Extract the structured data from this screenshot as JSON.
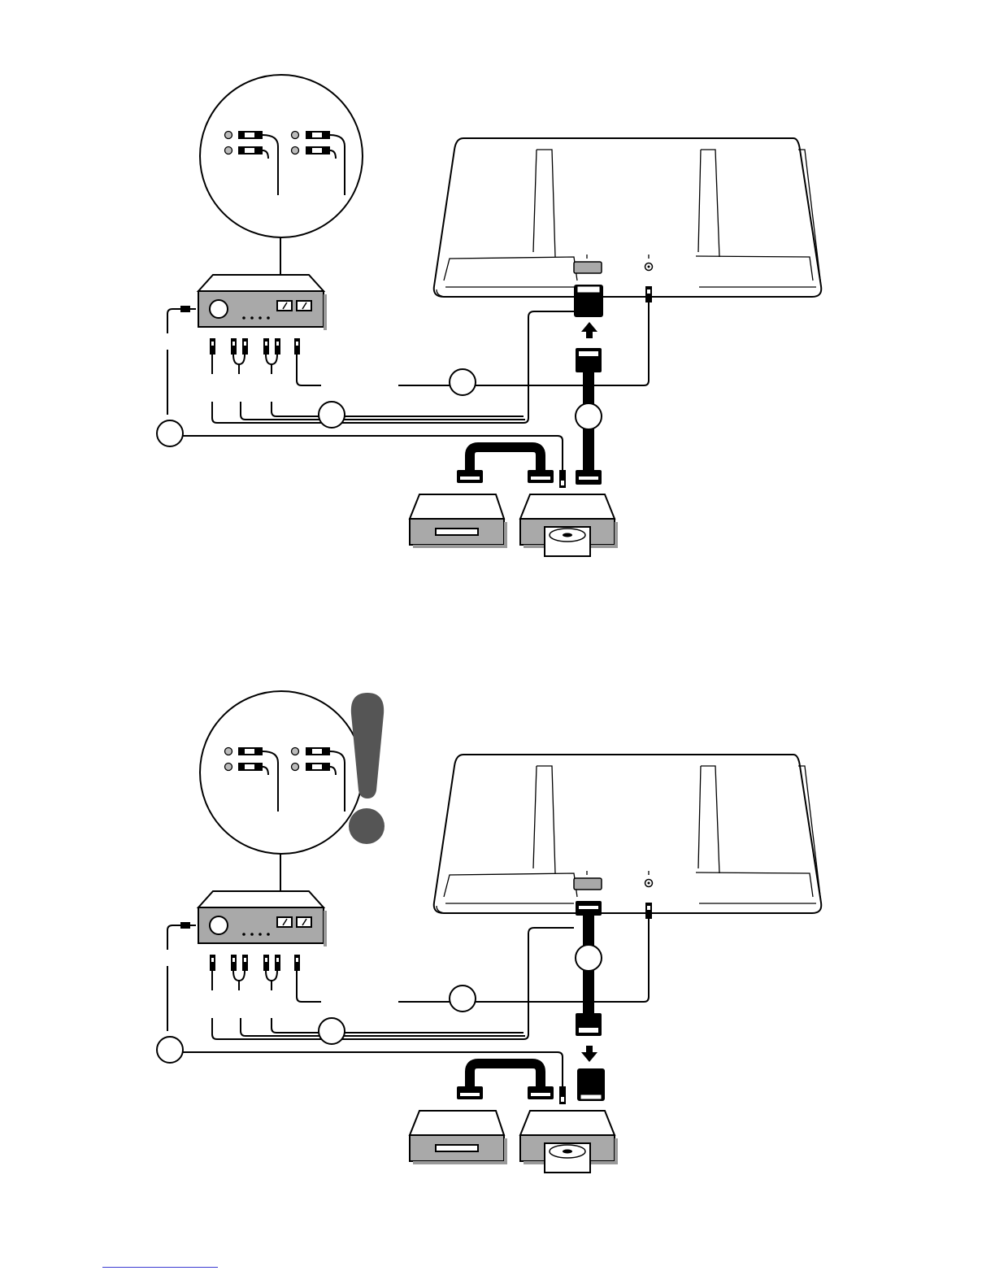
{
  "page": {
    "footer_link_text": ""
  },
  "colors": {
    "line": "#000000",
    "device_grey": "#a9a9a9",
    "exclamation": "#555555",
    "footer_link": "#3a3ad0"
  },
  "panels": [
    {
      "id": "top",
      "scart_direction": "up",
      "show_warning": false
    },
    {
      "id": "bottom",
      "scart_direction": "down",
      "show_warning": true
    }
  ]
}
